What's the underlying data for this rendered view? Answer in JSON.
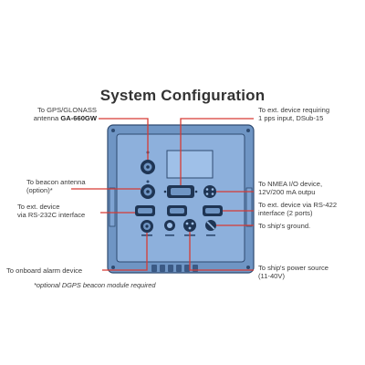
{
  "title": "System Configuration",
  "colors": {
    "panel_frame": "#6f95c4",
    "panel_inner": "#8db0dc",
    "connector_line": "#d63b34",
    "text": "#3a3a3a"
  },
  "labels_left": {
    "gps_line1": "To GPS/GLONASS",
    "gps_line2_prefix": "antenna ",
    "gps_model": "GA-660GW",
    "beacon_line1": "To beacon antenna",
    "beacon_line2": "(option)*",
    "rs232_line1": "To ext. device",
    "rs232_line2": "via RS-232C interface",
    "alarm": "To onboard alarm device"
  },
  "labels_right": {
    "pps_line1": "To ext. device requiring",
    "pps_line2": "1 pps input, DSub-15",
    "nmea_line1": "To NMEA I/O device,",
    "nmea_line2": "12V/200 mA outpu",
    "rs422_line1": "To ext. device via RS-422",
    "rs422_line2": "interface (2 ports)",
    "ground": "To ship's ground.",
    "power_line1": "To ship's power source",
    "power_line2": "(11-40V)"
  },
  "footnote": "*optional DGPS beacon module required",
  "icons": [
    "gps-connector-icon",
    "beacon-connector-icon",
    "dsub-connector-icon",
    "ground-screw-icon",
    "power-connector-icon"
  ]
}
